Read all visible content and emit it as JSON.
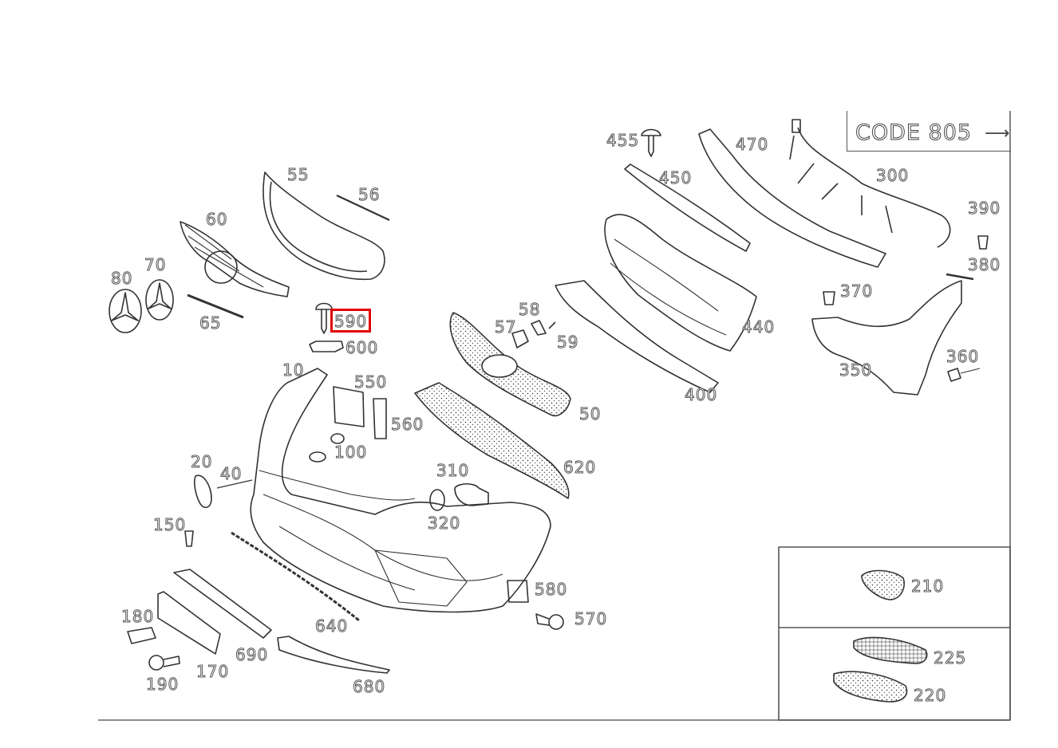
{
  "diagram": {
    "header_box": {
      "text": "CODE 805",
      "arrow": "⟶"
    },
    "highlight_color": "#e00000",
    "highlighted_part": "590",
    "parts": {
      "p10": "10",
      "p20": "20",
      "p40": "40",
      "p50": "50",
      "p55": "55",
      "p56": "56",
      "p57": "57",
      "p58": "58",
      "p59": "59",
      "p60": "60",
      "p65": "65",
      "p70": "70",
      "p80": "80",
      "p100": "100",
      "p150": "150",
      "p170": "170",
      "p180": "180",
      "p190": "190",
      "p210": "210",
      "p220": "220",
      "p225": "225",
      "p300": "300",
      "p310": "310",
      "p320": "320",
      "p350": "350",
      "p360": "360",
      "p370": "370",
      "p380": "380",
      "p390": "390",
      "p400": "400",
      "p440": "440",
      "p450": "450",
      "p455": "455",
      "p470": "470",
      "p550": "550",
      "p560": "560",
      "p570": "570",
      "p580": "580",
      "p590": "590",
      "p600": "600",
      "p620": "620",
      "p640": "640",
      "p680": "680",
      "p690": "690"
    }
  }
}
